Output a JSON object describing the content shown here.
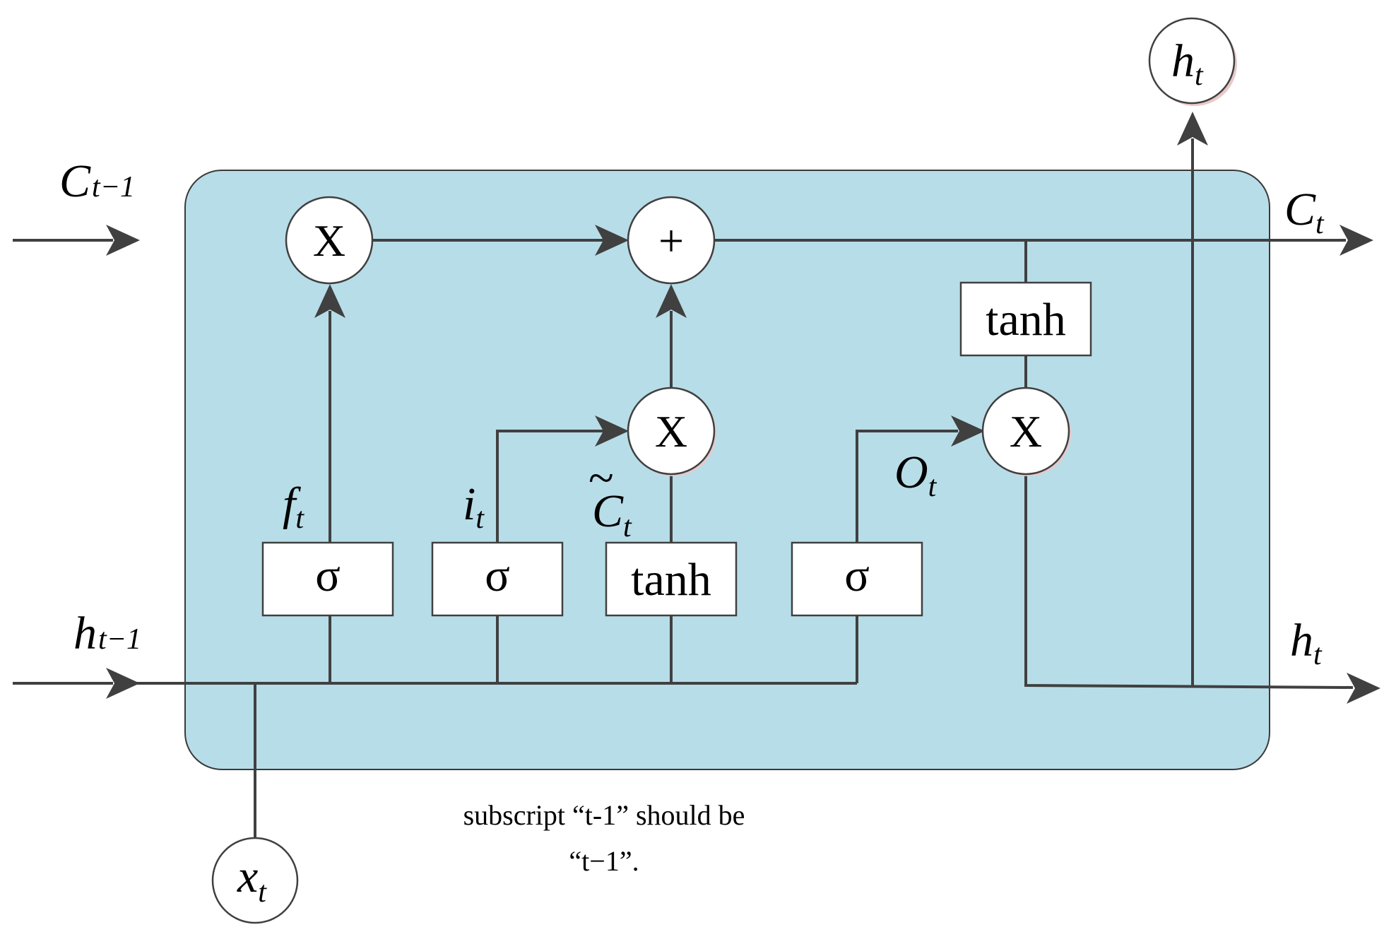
{
  "colors": {
    "cell_fill": "#b7dde8",
    "cell_stroke": "#3a3a3a",
    "wire": "#404040",
    "node_fill": "#ffffff",
    "text": "#000000"
  },
  "operators": {
    "multiply": "X",
    "add": "+"
  },
  "gates": {
    "forget": {
      "fn": "σ",
      "label": "f",
      "sub": "t"
    },
    "input": {
      "fn": "σ",
      "label": "i",
      "sub": "t"
    },
    "candidate": {
      "fn": "tanh",
      "label": "C",
      "sub": "t",
      "accent": "~"
    },
    "output": {
      "fn": "σ",
      "label": "O",
      "sub": "t"
    }
  },
  "cell_state_tanh": "tanh",
  "labels": {
    "c_prev": {
      "main": "C",
      "sub": "t−1"
    },
    "c_next": {
      "main": "C",
      "sub": "t"
    },
    "h_prev": {
      "main": "h",
      "sub": "t−1"
    },
    "h_next": {
      "main": "h",
      "sub": "t"
    },
    "h_out": {
      "main": "h",
      "sub": "t"
    },
    "x_in": {
      "main": "x",
      "sub": "t"
    }
  },
  "note": {
    "line1": "subscript “t-1” should be",
    "line2": "“t−1”."
  }
}
